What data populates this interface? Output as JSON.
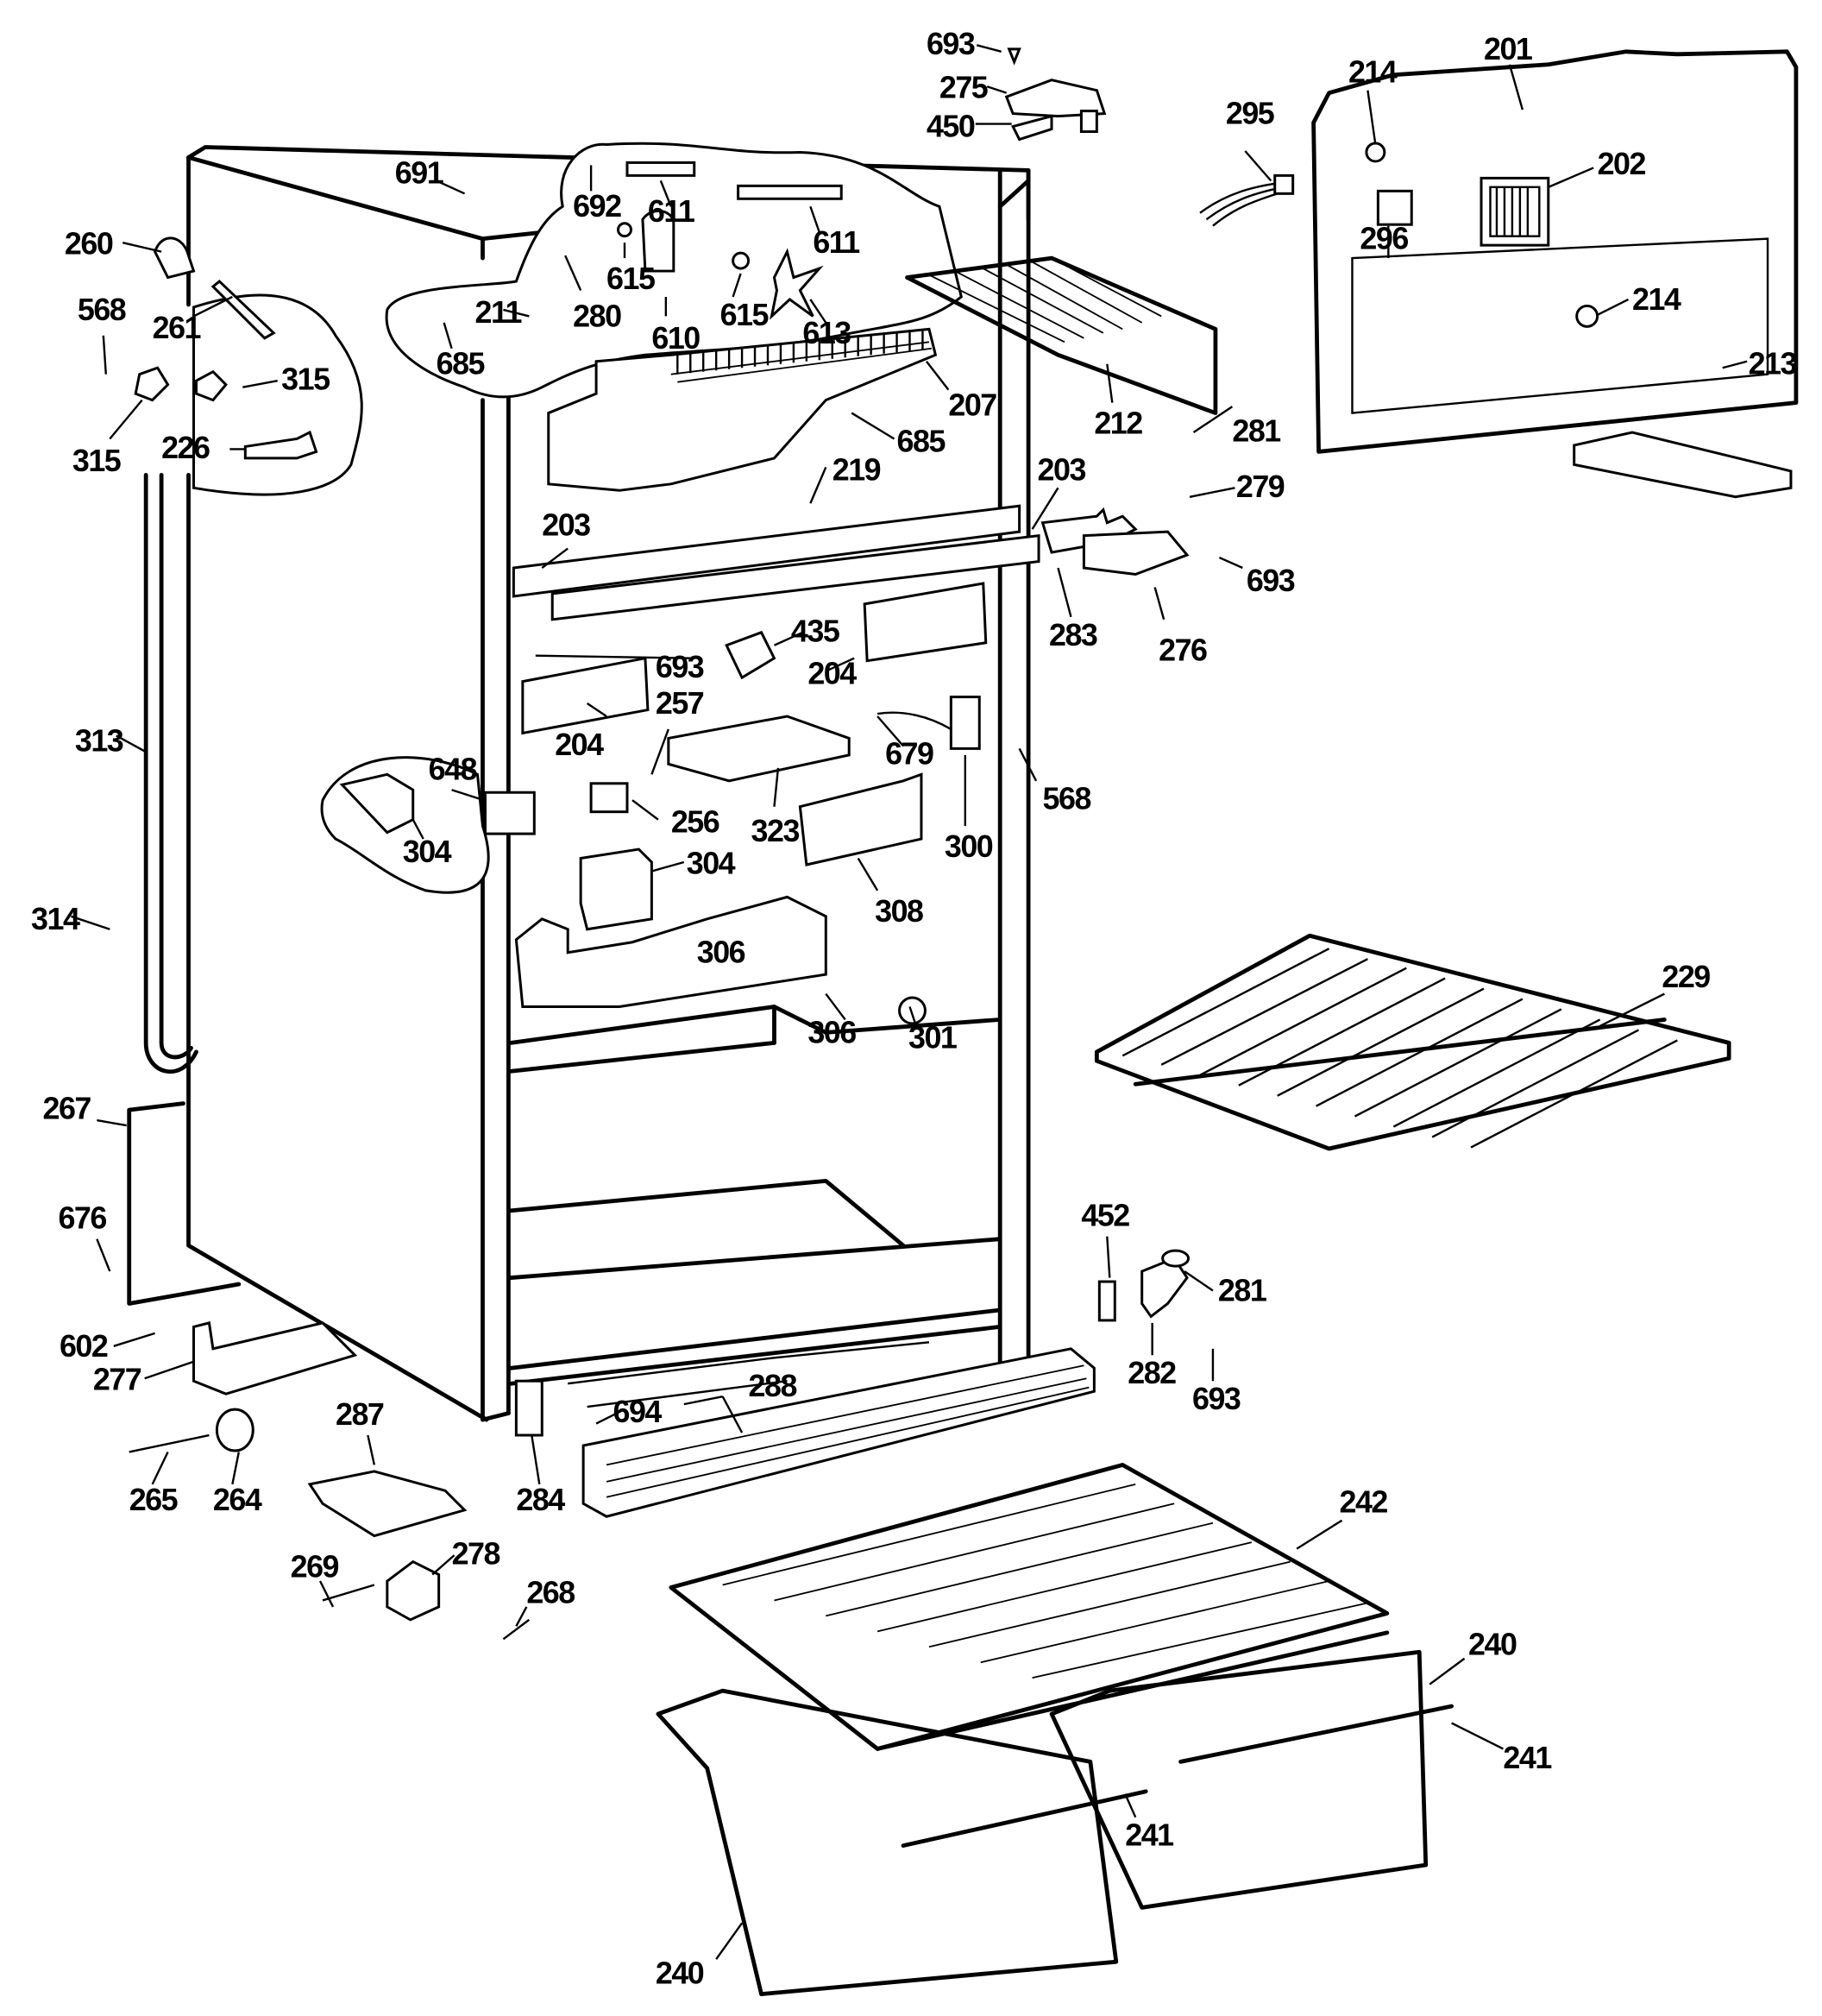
{
  "title": "Refrigerator cabinet exploded parts diagram",
  "callouts": [
    {
      "id": "c693a",
      "label": "693"
    },
    {
      "id": "c275",
      "label": "275"
    },
    {
      "id": "c450",
      "label": "450"
    },
    {
      "id": "c201",
      "label": "201"
    },
    {
      "id": "c214a",
      "label": "214"
    },
    {
      "id": "c295",
      "label": "295"
    },
    {
      "id": "c202",
      "label": "202"
    },
    {
      "id": "c296",
      "label": "296"
    },
    {
      "id": "c214b",
      "label": "214"
    },
    {
      "id": "c213",
      "label": "213"
    },
    {
      "id": "c281a",
      "label": "281"
    },
    {
      "id": "c279",
      "label": "279"
    },
    {
      "id": "c693b",
      "label": "693"
    },
    {
      "id": "c276",
      "label": "276"
    },
    {
      "id": "c283",
      "label": "283"
    },
    {
      "id": "c203a",
      "label": "203"
    },
    {
      "id": "c212",
      "label": "212"
    },
    {
      "id": "c207",
      "label": "207"
    },
    {
      "id": "c685a",
      "label": "685"
    },
    {
      "id": "c219",
      "label": "219"
    },
    {
      "id": "c691",
      "label": "691"
    },
    {
      "id": "c692",
      "label": "692"
    },
    {
      "id": "c611a",
      "label": "611"
    },
    {
      "id": "c611b",
      "label": "611"
    },
    {
      "id": "c615a",
      "label": "615"
    },
    {
      "id": "c615b",
      "label": "615"
    },
    {
      "id": "c610",
      "label": "610"
    },
    {
      "id": "c613",
      "label": "613"
    },
    {
      "id": "c280",
      "label": "280"
    },
    {
      "id": "c211",
      "label": "211"
    },
    {
      "id": "c685b",
      "label": "685"
    },
    {
      "id": "c260",
      "label": "260"
    },
    {
      "id": "c261",
      "label": "261"
    },
    {
      "id": "c568a",
      "label": "568"
    },
    {
      "id": "c315a",
      "label": "315"
    },
    {
      "id": "c315b",
      "label": "315"
    },
    {
      "id": "c226",
      "label": "226"
    },
    {
      "id": "c203b",
      "label": "203"
    },
    {
      "id": "c693c",
      "label": "693"
    },
    {
      "id": "c435",
      "label": "435"
    },
    {
      "id": "c204a",
      "label": "204"
    },
    {
      "id": "c204b",
      "label": "204"
    },
    {
      "id": "c257",
      "label": "257"
    },
    {
      "id": "c679",
      "label": "679"
    },
    {
      "id": "c300",
      "label": "300"
    },
    {
      "id": "c568b",
      "label": "568"
    },
    {
      "id": "c313",
      "label": "313"
    },
    {
      "id": "c648",
      "label": "648"
    },
    {
      "id": "c304a",
      "label": "304"
    },
    {
      "id": "c256",
      "label": "256"
    },
    {
      "id": "c323",
      "label": "323"
    },
    {
      "id": "c304b",
      "label": "304"
    },
    {
      "id": "c308",
      "label": "308"
    },
    {
      "id": "c314",
      "label": "314"
    },
    {
      "id": "c306a",
      "label": "306"
    },
    {
      "id": "c306b",
      "label": "306"
    },
    {
      "id": "c301",
      "label": "301"
    },
    {
      "id": "c229",
      "label": "229"
    },
    {
      "id": "c267",
      "label": "267"
    },
    {
      "id": "c676",
      "label": "676"
    },
    {
      "id": "c452",
      "label": "452"
    },
    {
      "id": "c281b",
      "label": "281"
    },
    {
      "id": "c602",
      "label": "602"
    },
    {
      "id": "c277",
      "label": "277"
    },
    {
      "id": "c282",
      "label": "282"
    },
    {
      "id": "c693d",
      "label": "693"
    },
    {
      "id": "c694",
      "label": "694"
    },
    {
      "id": "c288",
      "label": "288"
    },
    {
      "id": "c287",
      "label": "287"
    },
    {
      "id": "c265",
      "label": "265"
    },
    {
      "id": "c264",
      "label": "264"
    },
    {
      "id": "c284",
      "label": "284"
    },
    {
      "id": "c242",
      "label": "242"
    },
    {
      "id": "c269",
      "label": "269"
    },
    {
      "id": "c278",
      "label": "278"
    },
    {
      "id": "c268",
      "label": "268"
    },
    {
      "id": "c240a",
      "label": "240"
    },
    {
      "id": "c241a",
      "label": "241"
    },
    {
      "id": "c241b",
      "label": "241"
    },
    {
      "id": "c240b",
      "label": "240"
    }
  ]
}
